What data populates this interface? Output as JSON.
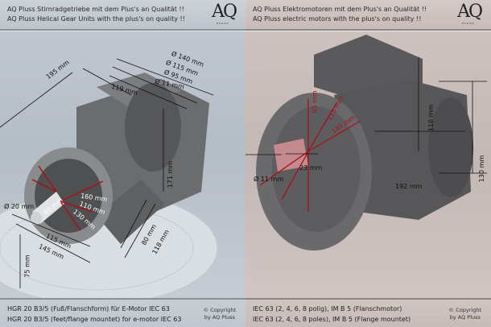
{
  "left": {
    "header": {
      "line1": "AQ Pluss Stirnradgetriebe mit dem Plus's an Qualität !!",
      "line2": "AQ Pluss Helical Gear Units with the plus's on quality !!"
    },
    "logo": {
      "text": "AQ",
      "sub": "PLUSS"
    },
    "dimensions": {
      "d195": "195 mm",
      "d140": "Ø 140 mm",
      "d115": "Ø 115 mm",
      "d95": "Ø 95 mm",
      "d11": "Ø 11 mm",
      "d119": "119 mm",
      "d171": "171 mm",
      "d20": "Ø 20 mm",
      "d40": "40 mm",
      "d160": "160 mm",
      "d110": "110 mm",
      "d130": "130 mm",
      "d115b": "115 mm",
      "d145": "145 mm",
      "d80": "80 mm",
      "d118": "118 mm",
      "d75": "75 mm"
    },
    "footer": {
      "line1": "HGR 20 B3/5 (Fuß/Flanschform) für E-Motor IEC 63",
      "line2": "HGR 20 B3/5 (feet/flange mountet) for e-motor IEC 63",
      "copyright1": "© Copyright",
      "copyright2": "by AQ Pluss"
    }
  },
  "right": {
    "header": {
      "line1": "AQ Pluss Elektromotoren mit dem Plus's an Qualität !!",
      "line2": "AQ Pluss  electric motors with the plus's on quality !!"
    },
    "logo": {
      "text": "AQ",
      "sub": "PLUSS"
    },
    "dimensions": {
      "d95": "95 mm",
      "d115": "115 mm",
      "d140": "140 mm",
      "d23": "23 mm",
      "d11": "Ø 11 mm",
      "d110": "110 mm",
      "d192": "192 mm",
      "d130": "130 mm"
    },
    "footer": {
      "line1": "IEC 63 (2, 4, 6, 8 polig), IM B 5 (Flanschmotor)",
      "line2": "IEC 63 (2, 4, 6, 8 poles), IM B 5 (Flange mountet)",
      "copyright1": "© Copyright",
      "copyright2": "by AQ Pluss"
    }
  },
  "colors": {
    "dimension_red": "#a8101a",
    "product_gray": "#5e5e60"
  }
}
